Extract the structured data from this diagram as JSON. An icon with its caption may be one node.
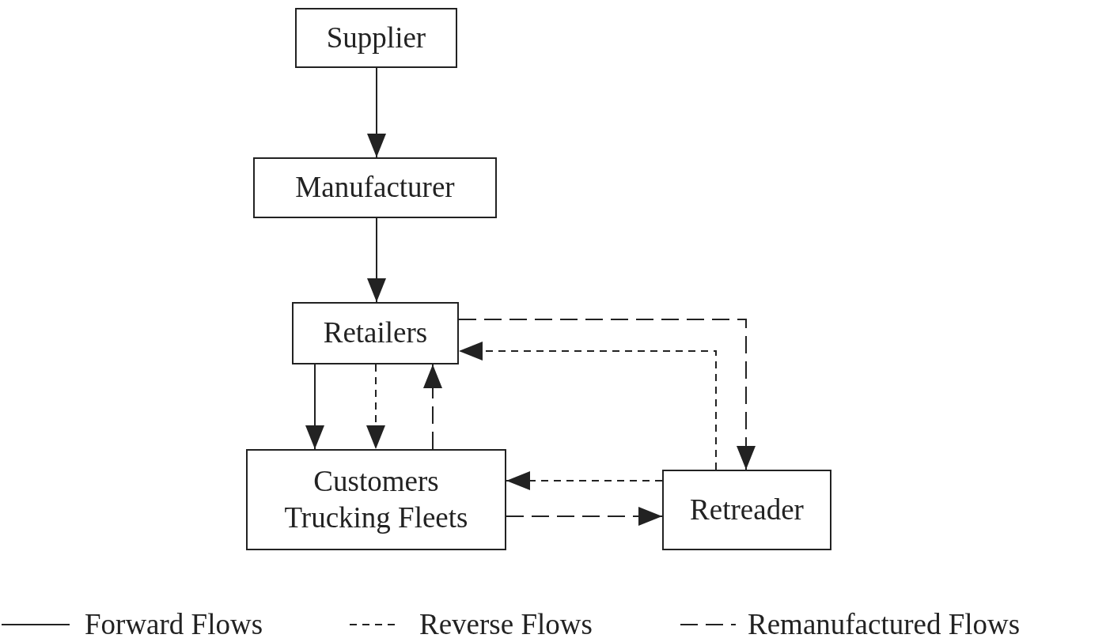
{
  "diagram": {
    "nodes": [
      {
        "text": [
          "Supplier"
        ]
      },
      {
        "text": [
          "Manufacturer"
        ]
      },
      {
        "text": [
          "Retailers"
        ]
      },
      {
        "text": [
          "Customers Trucking Fleets"
        ]
      },
      {
        "text": [
          "Retreader"
        ]
      }
    ],
    "edges": [
      {
        "from": 0,
        "to": 1,
        "arrow": "to"
      },
      {
        "from": 1,
        "to": 2,
        "arrow": "to"
      },
      {
        "from": 2,
        "to": 3,
        "arrow": "to"
      },
      {
        "from": 2,
        "to": 3,
        "arrow": "to",
        "style": "dashed"
      },
      {
        "from": 3,
        "to": 2,
        "arrow": "to",
        "style": "dashed"
      },
      {
        "from": 2,
        "to": 4,
        "arrow": "to",
        "style": "dashed"
      },
      {
        "from": 4,
        "to": 2,
        "arrow": "to",
        "style": "dashed"
      },
      {
        "from": 4,
        "to": 3,
        "arrow": "to",
        "style": "dashed"
      },
      {
        "from": 3,
        "to": 4,
        "arrow": "to",
        "style": "dashed"
      }
    ],
    "legend": [
      {
        "text": "Forward Flows"
      },
      {
        "text": "Reverse Flows"
      },
      {
        "text": "Remanufactured Flows"
      }
    ]
  }
}
